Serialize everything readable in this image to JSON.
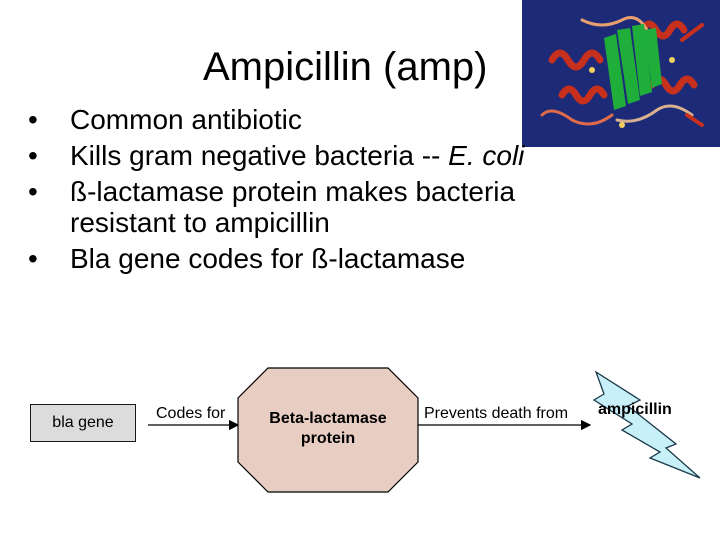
{
  "slide": {
    "title": "Ampicillin (amp)",
    "bullets": {
      "b1": "Common antibiotic",
      "b2_text": "Kills gram negative bacteria  -- ",
      "b2_italic": "E. coli",
      "b3_line1": "ß-lactamase protein makes bacteria",
      "b3_line2": "resistant to ampicillin",
      "b4": "Bla gene codes for ß-lactamase"
    },
    "bullet_glyph": "•",
    "image_icon": "protein-ribbon-structure"
  },
  "diagram": {
    "gene_box": "bla gene",
    "codes_for": "Codes for",
    "protein_line1": "Beta-lactamase",
    "protein_line2": "protein",
    "prevents": "Prevents death from",
    "ampicillin": "ampicillin"
  },
  "colors": {
    "image_bg": "#1c2a78",
    "helix": "#c8301e",
    "sheet": "#1fae3a",
    "octagon_fill": "#e8cdc2",
    "bolt_fill": "#c8f0f8",
    "gene_box_fill": "#dcdcdc"
  }
}
